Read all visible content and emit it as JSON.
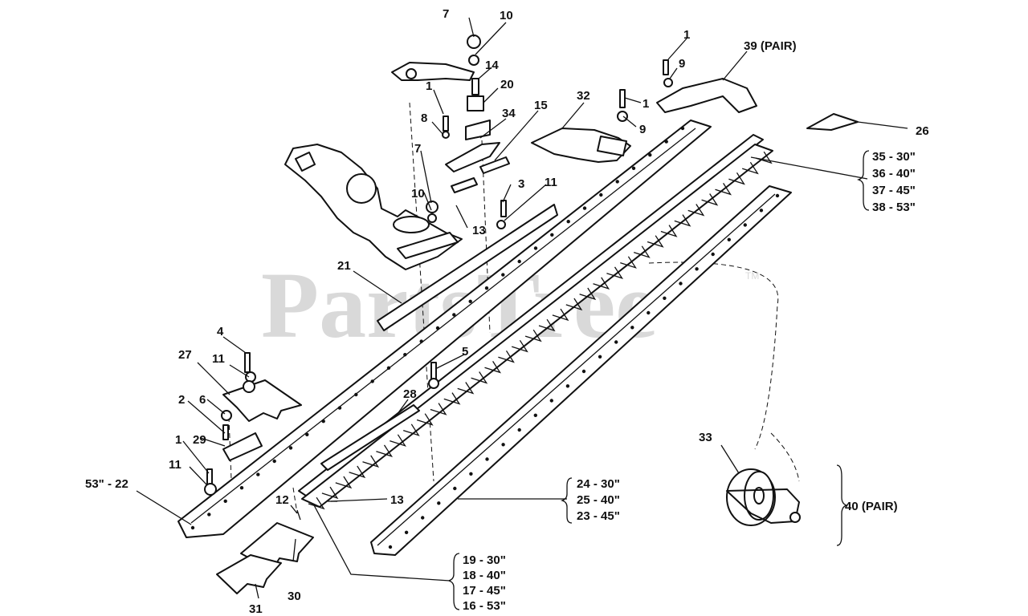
{
  "watermark": {
    "text": "PartsTree",
    "tm": "TM"
  },
  "callouts": {
    "c7a": "7",
    "c10a": "10",
    "c14": "14",
    "c20": "20",
    "c34": "34",
    "c15": "15",
    "c1a": "1",
    "c8": "8",
    "c7b": "7",
    "c10b": "10",
    "c3": "3",
    "c11a": "11",
    "c13a": "13",
    "c32": "32",
    "c1b": "1",
    "c9a": "9",
    "c1c": "1",
    "c9b": "9",
    "c39": "39 (PAIR)",
    "c26": "26",
    "c21": "21",
    "c4": "4",
    "c11b": "11",
    "c27": "27",
    "c2": "2",
    "c6": "6",
    "c29": "29",
    "c1d": "1",
    "c11c": "11",
    "c22": "53\" - 22",
    "c5": "5",
    "c28": "28",
    "c12": "12",
    "c13b": "13",
    "c30": "30",
    "c31": "31",
    "c33": "33",
    "c40": "40 (PAIR)"
  },
  "groups": {
    "knife_sections": [
      "35 - 30\"",
      "36 - 40\"",
      "37 - 45\"",
      "38 - 53\""
    ],
    "guard_bar": [
      "24 - 30\"",
      "25 - 40\"",
      "23 - 45\""
    ],
    "knife_back": [
      "19 - 30\"",
      "18 - 40\"",
      "17 - 45\"",
      "16 - 53\""
    ]
  }
}
